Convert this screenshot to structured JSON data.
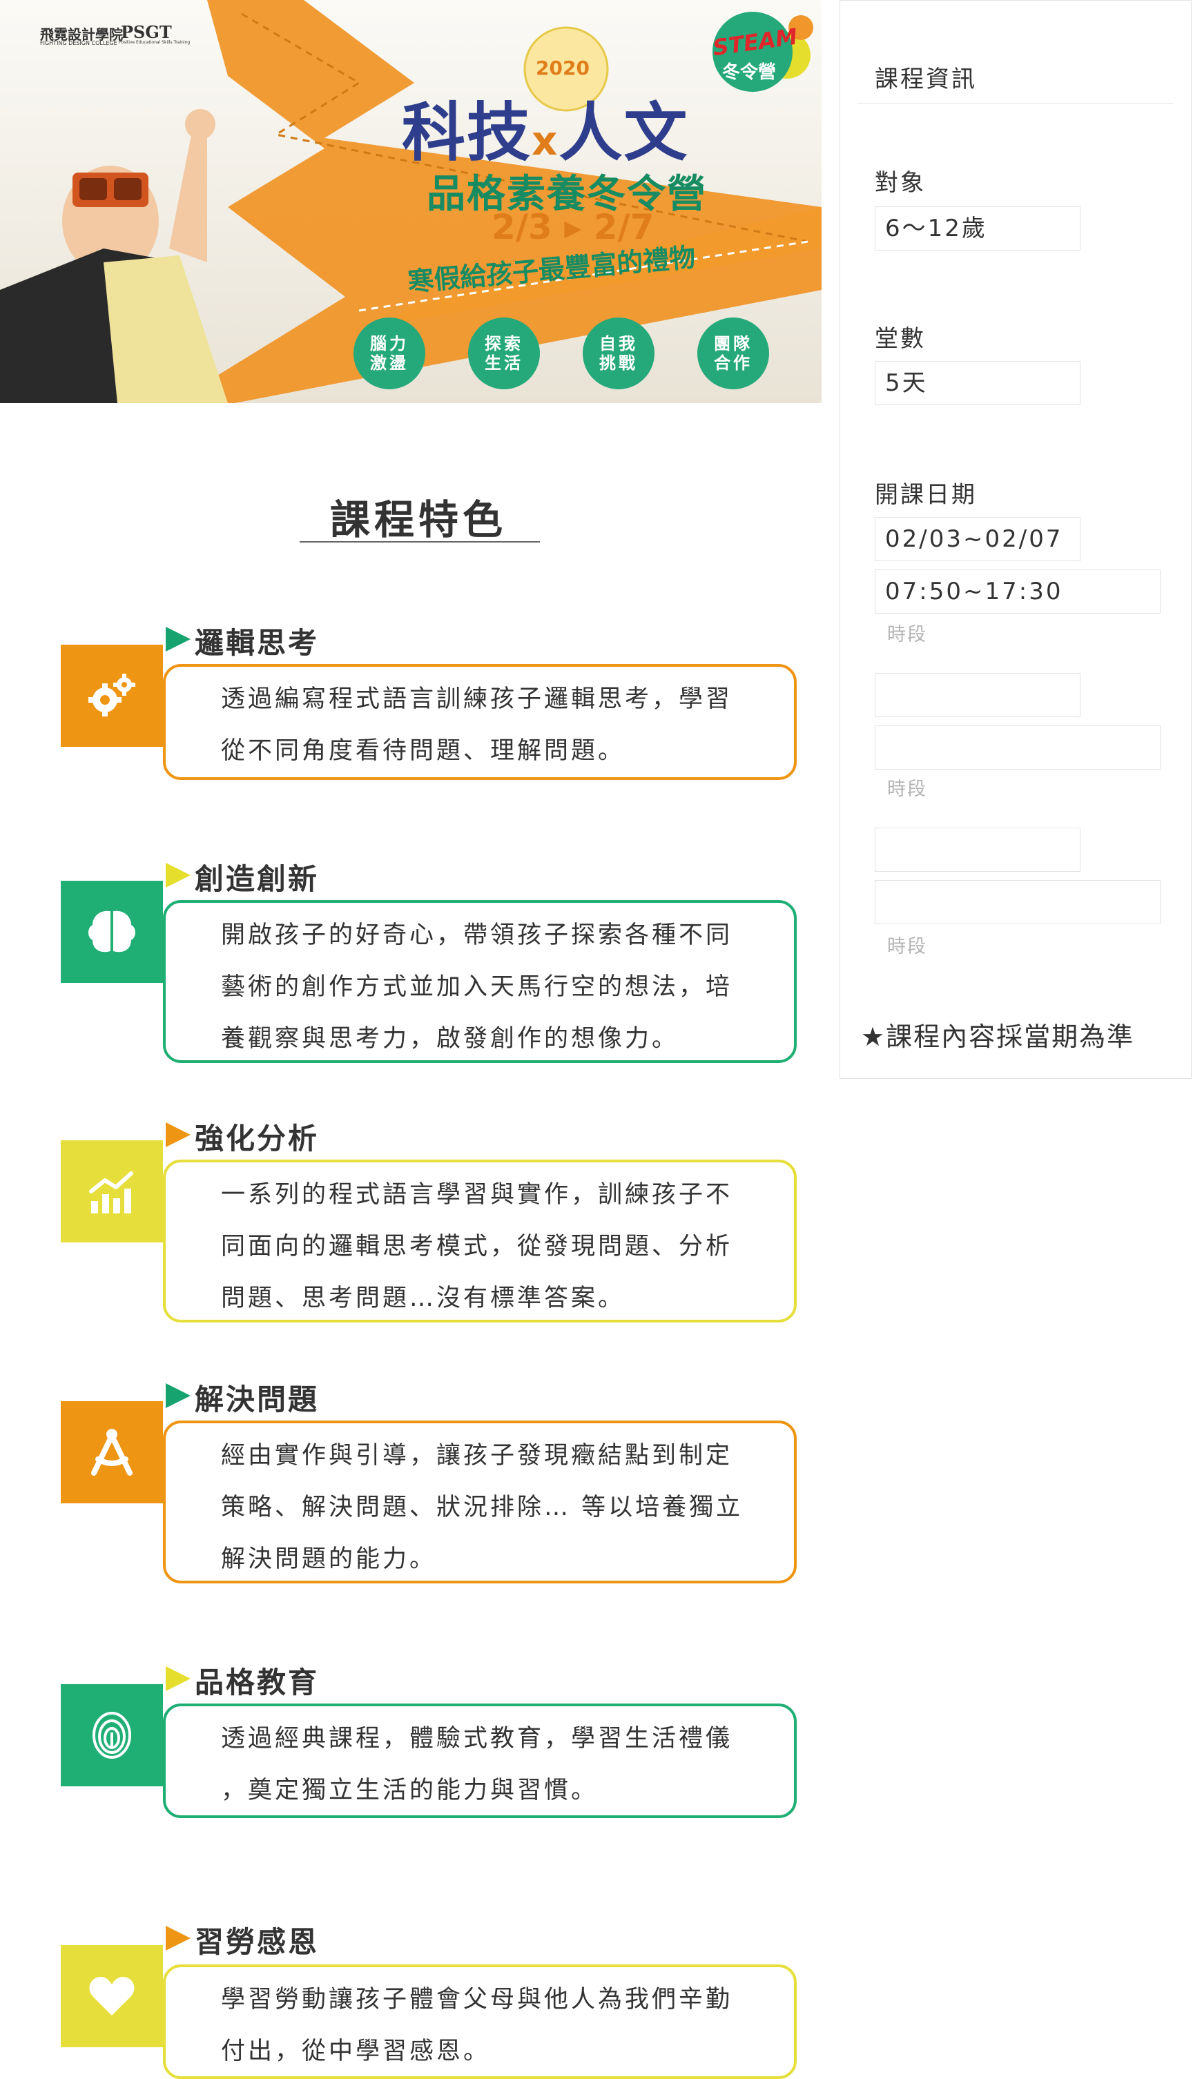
{
  "banner": {
    "logo1": "飛霓設計學院",
    "logo1_sub": "FIGHTING DESIGN COLLEGE",
    "logo2": "PSGT",
    "logo2_sub": "Positive Educational Skills Training",
    "badge_line1": "STEAM",
    "badge_line2": "冬令營",
    "year": "2020",
    "title_left": "科技",
    "title_x": "x",
    "title_right": "人文",
    "subtitle": "品格素養冬令營",
    "date": "2/3 ▸ 2/7",
    "slogan": "寒假給孩子最豐富的禮物",
    "tags": [
      "腦力激盪",
      "探索生活",
      "自我挑戰",
      "團隊合作"
    ]
  },
  "sidebar": {
    "heading": "課程資訊",
    "audience_label": "對象",
    "audience_value": "6～12歲",
    "sessions_label": "堂數",
    "sessions_value": "5天",
    "date_label": "開課日期",
    "date_value": "02/03~02/07",
    "time_value": "07:50~17:30",
    "period_label": "時段",
    "note": "★課程內容採當期為準"
  },
  "features": {
    "title": "課程特色",
    "items": [
      {
        "title": "邏輯思考",
        "icon": "gears-icon",
        "color": "#ef9514",
        "tri": "#17a36f",
        "lines": [
          "透過編寫程式語言訓練孩子邏輯思考，學習",
          "從不同角度看待問題、理解問題。"
        ]
      },
      {
        "title": "創造創新",
        "icon": "brain-icon",
        "color": "#1fae73",
        "tri": "#e6de2c",
        "lines": [
          "開啟孩子的好奇心，帶領孩子探索各種不同",
          "藝術的創作方式並加入天馬行空的想法，培",
          "養觀察與思考力，啟發創作的想像力。"
        ]
      },
      {
        "title": "強化分析",
        "icon": "chart-icon",
        "color": "#e6de3a",
        "tri": "#ef9514",
        "lines": [
          "一系列的程式語言學習與實作，訓練孩子不",
          "同面向的邏輯思考模式，從發現問題、分析",
          "問題、思考問題…沒有標準答案。"
        ]
      },
      {
        "title": "解決問題",
        "icon": "compass-icon",
        "color": "#ef9514",
        "tri": "#17a36f",
        "lines": [
          "經由實作與引導，讓孩子發現癥結點到制定",
          "策略、解決問題、狀況排除… 等以培養獨立",
          "解決問題的能力。"
        ]
      },
      {
        "title": "品格教育",
        "icon": "fingerprint-icon",
        "color": "#1fae73",
        "tri": "#e6de2c",
        "lines": [
          "透過經典課程，體驗式教育，學習生活禮儀",
          "，奠定獨立生活的能力與習慣。"
        ]
      },
      {
        "title": "習勞感恩",
        "icon": "heart-icon",
        "color": "#e6de3a",
        "tri": "#ef9514",
        "lines": [
          "學習勞動讓孩子體會父母與他人為我們辛勤",
          "付出，從中學習感恩。"
        ]
      }
    ]
  }
}
